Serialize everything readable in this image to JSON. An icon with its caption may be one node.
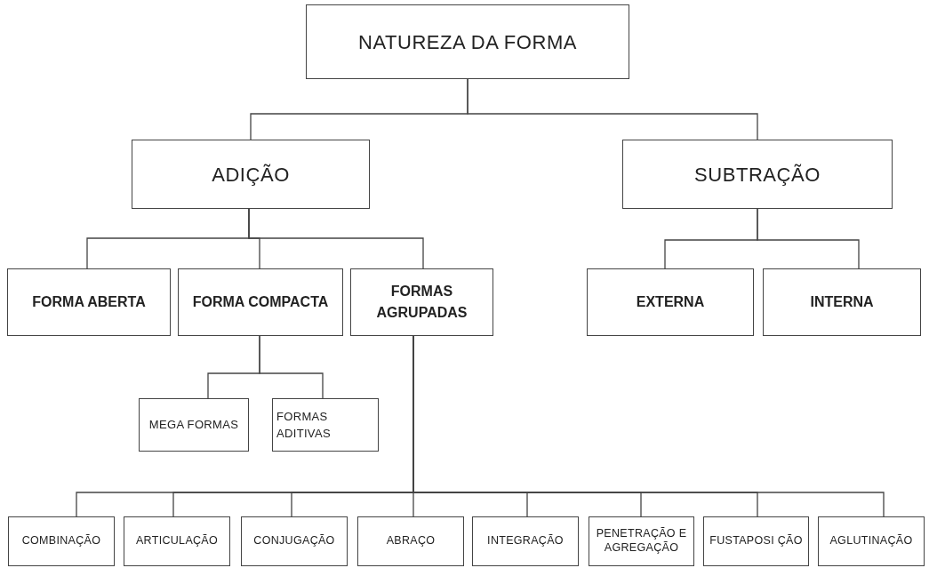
{
  "diagram": {
    "nodes": [
      {
        "text": [
          "NATUREZA DA FORMA"
        ]
      },
      {
        "text": [
          "ADIÇÃO"
        ]
      },
      {
        "text": [
          "SUBTRAÇÃO"
        ]
      },
      {
        "text": [
          "FORMA ABERTA"
        ]
      },
      {
        "text": [
          "FORMA COMPACTA"
        ]
      },
      {
        "text": [
          "FORMAS AGRUPADAS"
        ]
      },
      {
        "text": [
          "EXTERNA"
        ]
      },
      {
        "text": [
          "INTERNA"
        ]
      },
      {
        "text": [
          "MEGA FORMAS"
        ]
      },
      {
        "text": [
          "FORMAS ADITIVAS"
        ]
      },
      {
        "text": [
          "COMBINAÇÃO"
        ]
      },
      {
        "text": [
          "ARTICULAÇÃO"
        ]
      },
      {
        "text": [
          "CONJUGAÇÃO"
        ]
      },
      {
        "text": [
          "ABRAÇO"
        ]
      },
      {
        "text": [
          "INTEGRAÇÃO"
        ]
      },
      {
        "text": [
          "PENETRAÇÃO E AGREGAÇÃO"
        ]
      },
      {
        "text": [
          "FUSTAPOSI ÇÃO"
        ]
      },
      {
        "text": [
          "AGLUTINAÇÃO"
        ]
      }
    ],
    "edges": [
      {
        "from": 0,
        "to": 1,
        "arrow": "none"
      },
      {
        "from": 0,
        "to": 2,
        "arrow": "none"
      },
      {
        "from": 1,
        "to": 3,
        "arrow": "none"
      },
      {
        "from": 1,
        "to": 4,
        "arrow": "none"
      },
      {
        "from": 1,
        "to": 5,
        "arrow": "none"
      },
      {
        "from": 2,
        "to": 6,
        "arrow": "none"
      },
      {
        "from": 2,
        "to": 7,
        "arrow": "none"
      },
      {
        "from": 4,
        "to": 8,
        "arrow": "none"
      },
      {
        "from": 4,
        "to": 9,
        "arrow": "none"
      },
      {
        "from": 5,
        "to": 10,
        "arrow": "none"
      },
      {
        "from": 5,
        "to": 11,
        "arrow": "none"
      },
      {
        "from": 5,
        "to": 12,
        "arrow": "none"
      },
      {
        "from": 5,
        "to": 13,
        "arrow": "none"
      },
      {
        "from": 5,
        "to": 14,
        "arrow": "none"
      },
      {
        "from": 5,
        "to": 15,
        "arrow": "none"
      },
      {
        "from": 5,
        "to": 16,
        "arrow": "none"
      },
      {
        "from": 5,
        "to": 17,
        "arrow": "none"
      }
    ]
  }
}
